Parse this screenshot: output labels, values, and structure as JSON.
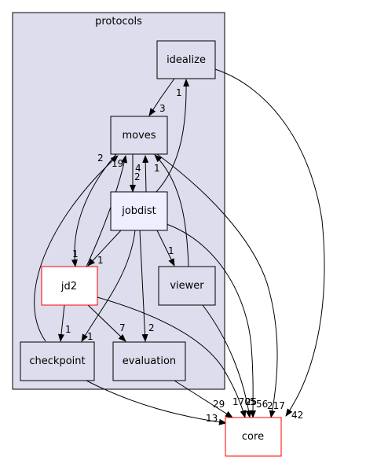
{
  "cluster": {
    "label": "protocols"
  },
  "nodes": {
    "idealize": "idealize",
    "moves": "moves",
    "jobdist": "jobdist",
    "jd2": "jd2",
    "viewer": "viewer",
    "checkpoint": "checkpoint",
    "evaluation": "evaluation",
    "core": "core"
  },
  "edge_labels": {
    "idealize_moves": "3",
    "idealize_core": "42",
    "moves_jobdist": "2",
    "moves_jd2": "1",
    "moves_core": "217",
    "jobdist_moves": "4",
    "jobdist_idealize": "1",
    "jobdist_jd2": "1",
    "jobdist_viewer": "1",
    "jobdist_checkpoint": "1",
    "jobdist_evaluation": "2",
    "jobdist_core": "25",
    "jd2_moves": "19",
    "jd2_checkpoint": "1",
    "jd2_evaluation": "7",
    "jd2_core": "170",
    "viewer_moves": "1",
    "viewer_core": "5",
    "checkpoint_moves": "2",
    "checkpoint_core": "13",
    "evaluation_core": "29",
    "core_extra": "56"
  },
  "colors": {
    "cluster_fill": "#dddded",
    "cluster_stroke": "#000000",
    "node_fill": "#dddded",
    "focus_fill": "#eeeeff",
    "highlight_stroke": "#ff0000",
    "white_fill": "#ffffff"
  }
}
